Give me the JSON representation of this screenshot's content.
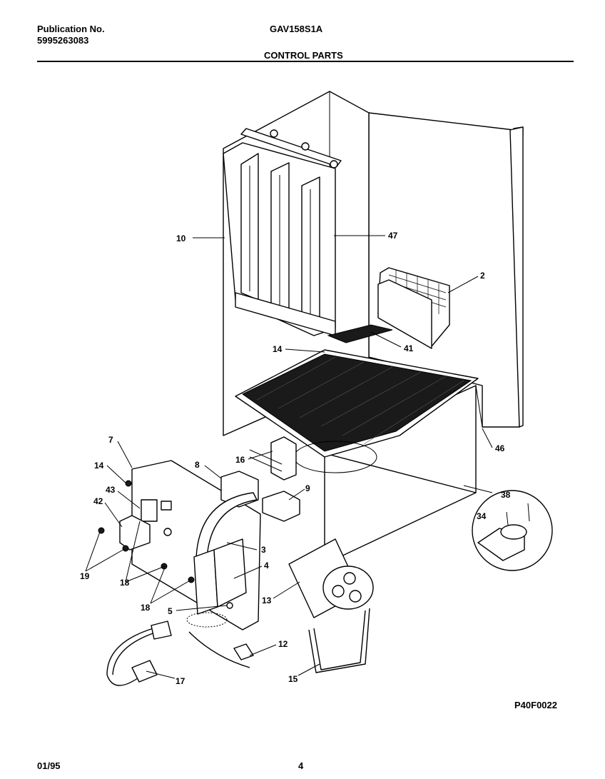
{
  "header": {
    "publication_label": "Publication No.",
    "publication_number": "5995263083",
    "model": "GAV158S1A",
    "section_title": "CONTROL PARTS"
  },
  "diagram": {
    "callouts": {
      "c10": "10",
      "c47": "47",
      "c2": "2",
      "c41": "41",
      "c14a": "14",
      "c46": "46",
      "c16": "16",
      "c7": "7",
      "c14b": "14",
      "c8": "8",
      "c43": "43",
      "c42": "42",
      "c9": "9",
      "c38": "38",
      "c34": "34",
      "c3": "3",
      "c4": "4",
      "c19": "19",
      "c18a": "18",
      "c18b": "18",
      "c5": "5",
      "c13": "13",
      "c12": "12",
      "c17": "17",
      "c15": "15"
    },
    "figure_code": "P40F0022"
  },
  "footer": {
    "date": "01/95",
    "page_number": "4"
  }
}
